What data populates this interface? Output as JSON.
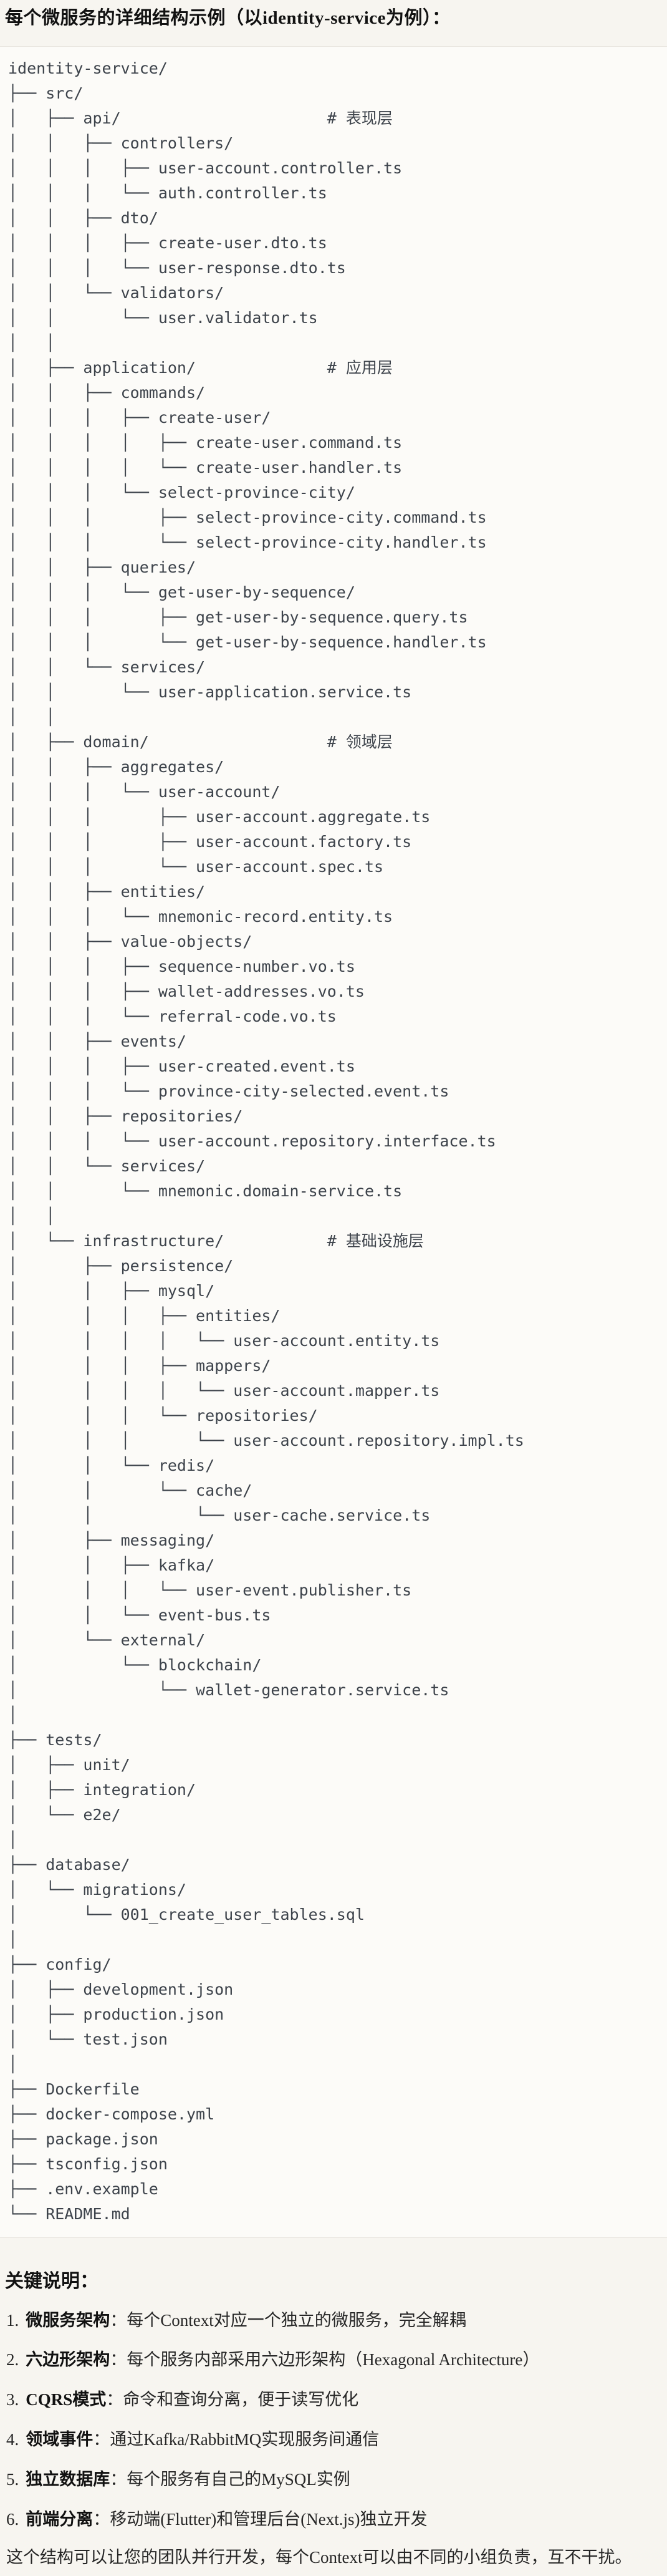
{
  "colors": {
    "page_bg": "#f7f5f0",
    "code_bg": "#fcfbf8",
    "code_border": "#e9e6e0",
    "code_text": "#3d434b",
    "heading_text": "#111111"
  },
  "header": {
    "title": "每个微服务的详细结构示例（以identity-service为例）："
  },
  "tree": {
    "lines": [
      "identity-service/",
      "├── src/",
      "│   ├── api/                      # 表现层",
      "│   │   ├── controllers/",
      "│   │   │   ├── user-account.controller.ts",
      "│   │   │   └── auth.controller.ts",
      "│   │   ├── dto/",
      "│   │   │   ├── create-user.dto.ts",
      "│   │   │   └── user-response.dto.ts",
      "│   │   └── validators/",
      "│   │       └── user.validator.ts",
      "│   │",
      "│   ├── application/              # 应用层",
      "│   │   ├── commands/",
      "│   │   │   ├── create-user/",
      "│   │   │   │   ├── create-user.command.ts",
      "│   │   │   │   └── create-user.handler.ts",
      "│   │   │   └── select-province-city/",
      "│   │   │       ├── select-province-city.command.ts",
      "│   │   │       └── select-province-city.handler.ts",
      "│   │   ├── queries/",
      "│   │   │   └── get-user-by-sequence/",
      "│   │   │       ├── get-user-by-sequence.query.ts",
      "│   │   │       └── get-user-by-sequence.handler.ts",
      "│   │   └── services/",
      "│   │       └── user-application.service.ts",
      "│   │",
      "│   ├── domain/                   # 领域层",
      "│   │   ├── aggregates/",
      "│   │   │   └── user-account/",
      "│   │   │       ├── user-account.aggregate.ts",
      "│   │   │       ├── user-account.factory.ts",
      "│   │   │       └── user-account.spec.ts",
      "│   │   ├── entities/",
      "│   │   │   └── mnemonic-record.entity.ts",
      "│   │   ├── value-objects/",
      "│   │   │   ├── sequence-number.vo.ts",
      "│   │   │   ├── wallet-addresses.vo.ts",
      "│   │   │   └── referral-code.vo.ts",
      "│   │   ├── events/",
      "│   │   │   ├── user-created.event.ts",
      "│   │   │   └── province-city-selected.event.ts",
      "│   │   ├── repositories/",
      "│   │   │   └── user-account.repository.interface.ts",
      "│   │   └── services/",
      "│   │       └── mnemonic.domain-service.ts",
      "│   │",
      "│   └── infrastructure/           # 基础设施层",
      "│       ├── persistence/",
      "│       │   ├── mysql/",
      "│       │   │   ├── entities/",
      "│       │   │   │   └── user-account.entity.ts",
      "│       │   │   ├── mappers/",
      "│       │   │   │   └── user-account.mapper.ts",
      "│       │   │   └── repositories/",
      "│       │   │       └── user-account.repository.impl.ts",
      "│       │   └── redis/",
      "│       │       └── cache/",
      "│       │           └── user-cache.service.ts",
      "│       ├── messaging/",
      "│       │   ├── kafka/",
      "│       │   │   └── user-event.publisher.ts",
      "│       │   └── event-bus.ts",
      "│       └── external/",
      "│           └── blockchain/",
      "│               └── wallet-generator.service.ts",
      "│",
      "├── tests/",
      "│   ├── unit/",
      "│   ├── integration/",
      "│   └── e2e/",
      "│",
      "├── database/",
      "│   └── migrations/",
      "│       └── 001_create_user_tables.sql",
      "│",
      "├── config/",
      "│   ├── development.json",
      "│   ├── production.json",
      "│   └── test.json",
      "│",
      "├── Dockerfile",
      "├── docker-compose.yml",
      "├── package.json",
      "├── tsconfig.json",
      "├── .env.example",
      "└── README.md"
    ]
  },
  "notes": {
    "heading": "关键说明：",
    "items": [
      {
        "num": "1.",
        "term": "微服务架构",
        "desc": "：每个Context对应一个独立的微服务，完全解耦"
      },
      {
        "num": "2.",
        "term": "六边形架构",
        "desc": "：每个服务内部采用六边形架构（Hexagonal Architecture）"
      },
      {
        "num": "3.",
        "term": "CQRS模式",
        "desc": "：命令和查询分离，便于读写优化"
      },
      {
        "num": "4.",
        "term": "领域事件",
        "desc": "：通过Kafka/RabbitMQ实现服务间通信"
      },
      {
        "num": "5.",
        "term": "独立数据库",
        "desc": "：每个服务有自己的MySQL实例"
      },
      {
        "num": "6.",
        "term": "前端分离",
        "desc": "：移动端(Flutter)和管理后台(Next.js)独立开发"
      }
    ],
    "footer": "这个结构可以让您的团队并行开发，每个Context可以由不同的小组负责，互不干扰。"
  }
}
